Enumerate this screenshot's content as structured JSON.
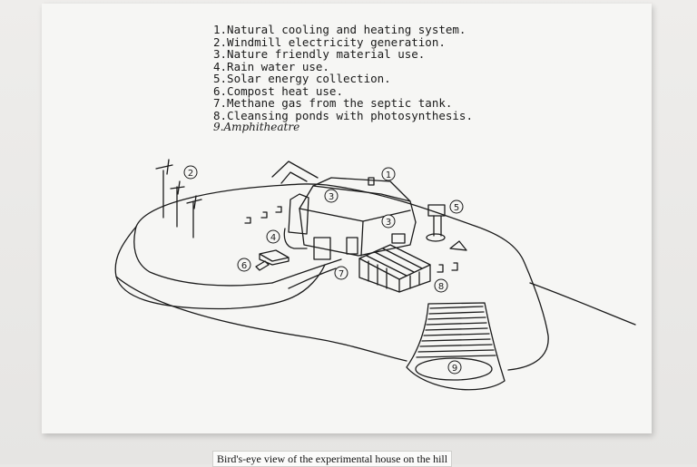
{
  "legend": [
    "1.Natural cooling and heating system.",
    "2.Windmill electricity generation.",
    "3.Nature friendly material use.",
    "4.Rain water use.",
    "5.Solar energy collection.",
    "6.Compost heat use.",
    "7.Methane gas from the septic tank.",
    "8.Cleansing ponds with photosynthesis.",
    "9.Amphitheatre"
  ],
  "markers": [
    "1",
    "2",
    "3",
    "3",
    "4",
    "5",
    "6",
    "7",
    "8",
    "9"
  ],
  "caption": "Bird's-eye view of the experimental house on the hill"
}
